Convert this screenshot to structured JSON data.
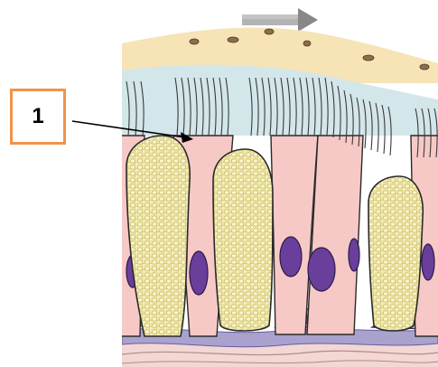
{
  "figure": {
    "label_number": "1",
    "pointer_target": "cilia",
    "flow_direction_indicator": "right-arrow"
  },
  "colors": {
    "mucus": "#f6e4b6",
    "cilia_band": "#d3e6ea",
    "cilia": "#3a3a3a",
    "ciliated_cell": "#f7c9c6",
    "goblet_cell_granules": "#efe6a0",
    "nucleus": "#6a3f9b",
    "basement_membrane": "#a9a2cf",
    "connective_tissue": "#f2d7d4",
    "label_border": "#f0944a",
    "arrow": "#888888"
  }
}
